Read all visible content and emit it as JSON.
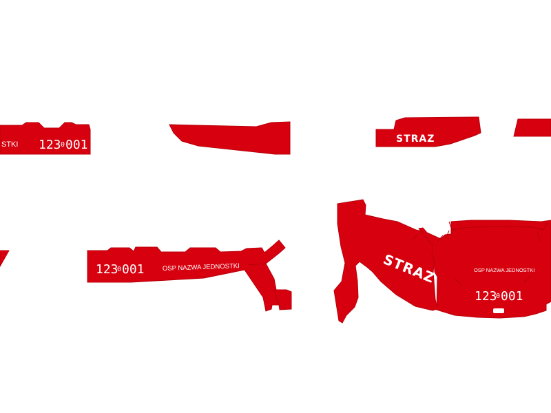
{
  "colors": {
    "decal_red": "#d7000f",
    "text_white": "#ffffff",
    "background": "#ffffff"
  },
  "decals": {
    "top_left_unit_short": "STKI",
    "top_left_number": "123",
    "top_left_number_sep": "0",
    "top_left_number_end": "001",
    "top_right_label": "STRAZ",
    "mid_left_number": "123",
    "mid_left_number_sep": "0",
    "mid_left_number_end": "001",
    "mid_left_unit": "OSP NAZWA JEDNOSTKI",
    "right_label": "STRAZ",
    "right_unit": "OSP NAZWA JEDNOSTKI",
    "right_number": "123",
    "right_number_sep": "0",
    "right_number_end": "001"
  }
}
